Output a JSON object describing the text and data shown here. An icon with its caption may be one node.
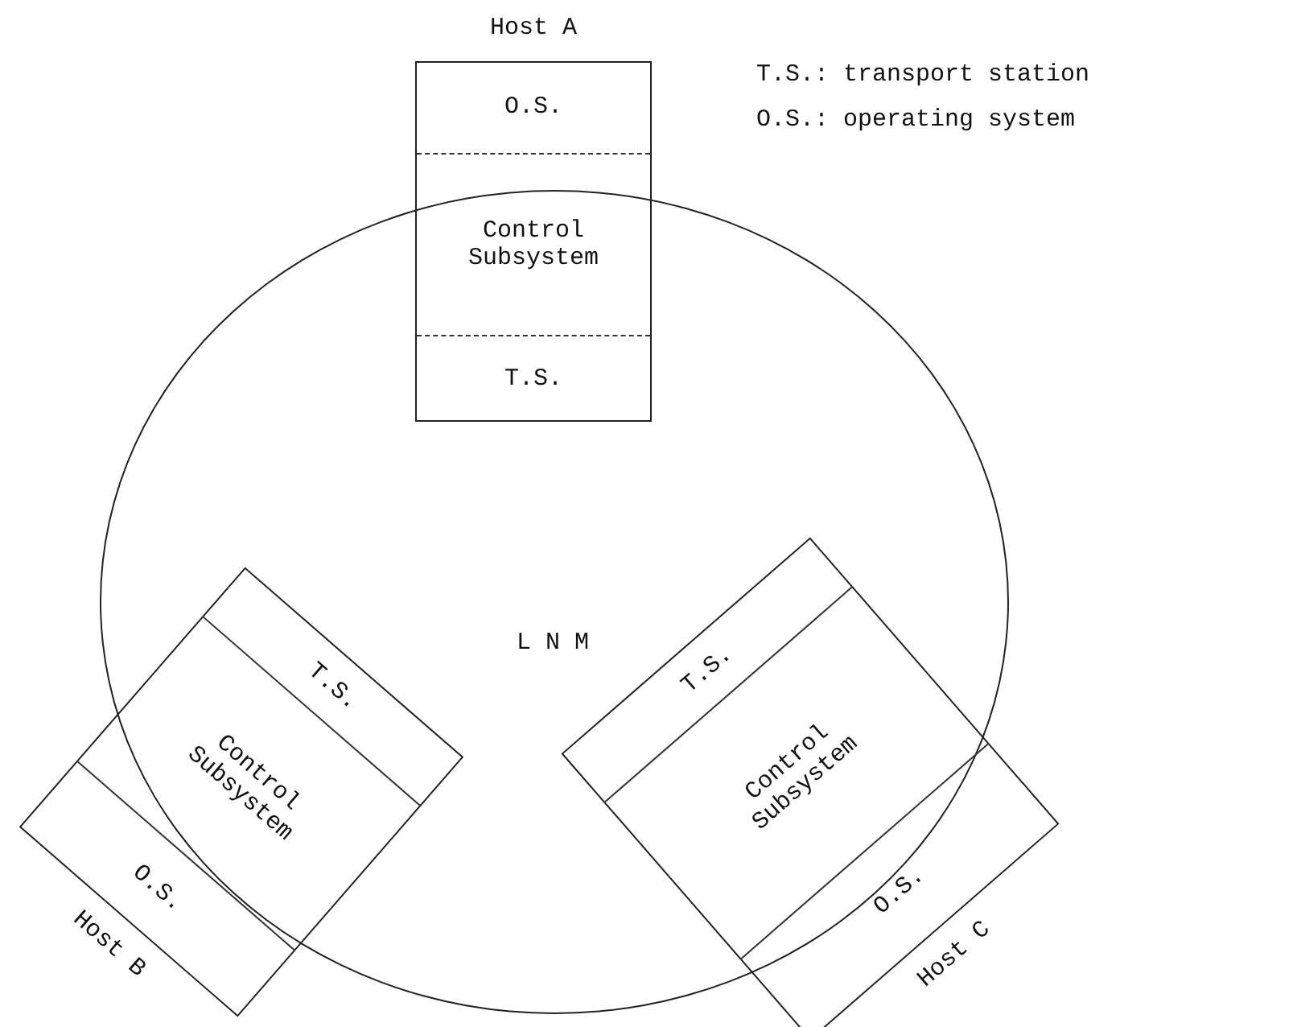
{
  "diagram": {
    "nodes": [
      {
        "text": [
          "Host A"
        ]
      },
      {
        "text": [
          "O.S."
        ],
        "in": 0
      },
      {
        "text": [
          "Control Subsystem"
        ]
      },
      {
        "text": [
          "T.S."
        ]
      },
      {
        "text": [
          "L N M"
        ]
      },
      {
        "text": [
          "Host B"
        ]
      },
      {
        "text": [
          "T.S."
        ],
        "in": 5
      },
      {
        "text": [
          "Control Subsystem"
        ],
        "in": 5
      },
      {
        "text": [
          "O.S."
        ],
        "in": 5
      },
      {
        "text": [
          "Host C"
        ]
      },
      {
        "text": [
          "T.S."
        ],
        "in": 9
      },
      {
        "text": [
          "Control Subsystem"
        ],
        "in": 9
      },
      {
        "text": [
          "O.S."
        ],
        "in": 9
      }
    ],
    "edges": [],
    "labels": [
      "T.S.: transport station",
      "O.S.: operating system"
    ]
  }
}
